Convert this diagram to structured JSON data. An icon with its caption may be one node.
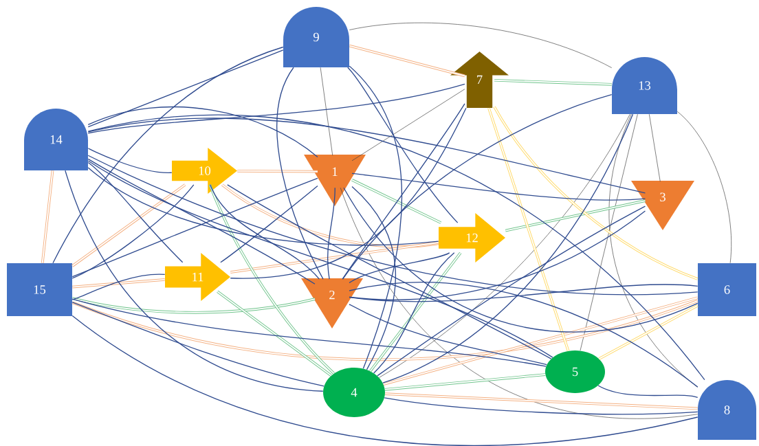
{
  "diagram": {
    "nodes": [
      {
        "text": [
          "1"
        ]
      },
      {
        "text": [
          "2"
        ]
      },
      {
        "text": [
          "3"
        ]
      },
      {
        "text": [
          "4"
        ]
      },
      {
        "text": [
          "5"
        ]
      },
      {
        "text": [
          "6"
        ]
      },
      {
        "text": [
          "7"
        ]
      },
      {
        "text": [
          "8"
        ]
      },
      {
        "text": [
          "9"
        ]
      },
      {
        "text": [
          "10"
        ]
      },
      {
        "text": [
          "11"
        ]
      },
      {
        "text": [
          "12"
        ]
      },
      {
        "text": [
          "13"
        ]
      },
      {
        "text": [
          "14"
        ]
      },
      {
        "text": [
          "15"
        ]
      }
    ],
    "edges": [
      {
        "from": 8,
        "to": 12,
        "arrow": "none",
        "color": "#404040"
      },
      {
        "from": 8,
        "to": 0,
        "arrow": "none",
        "color": "#404040"
      },
      {
        "from": 6,
        "to": 0,
        "arrow": "none",
        "color": "#404040"
      },
      {
        "from": 12,
        "to": 3,
        "arrow": "none",
        "color": "#404040"
      },
      {
        "from": 12,
        "to": 4,
        "arrow": "none",
        "color": "#404040"
      },
      {
        "from": 12,
        "to": 2,
        "arrow": "none",
        "color": "#404040"
      },
      {
        "from": 12,
        "to": 5,
        "arrow": "none",
        "color": "#404040"
      },
      {
        "from": 12,
        "to": 7,
        "arrow": "none",
        "color": "#404040"
      },
      {
        "from": 0,
        "to": 7,
        "arrow": "none",
        "color": "#404040"
      },
      {
        "from": 8,
        "to": 6,
        "arrow": "none",
        "style": "thick",
        "color": "#f4b183"
      },
      {
        "from": 13,
        "to": 14,
        "arrow": "none",
        "style": "thick",
        "color": "#f4b183"
      },
      {
        "from": 9,
        "to": 0,
        "arrow": "none",
        "style": "thick",
        "color": "#f4b183"
      },
      {
        "from": 9,
        "to": 11,
        "arrow": "none",
        "style": "thick",
        "color": "#f4b183"
      },
      {
        "from": 14,
        "to": 9,
        "arrow": "none",
        "style": "thick",
        "color": "#f4b183"
      },
      {
        "from": 14,
        "to": 10,
        "arrow": "none",
        "style": "thick",
        "color": "#f4b183"
      },
      {
        "from": 10,
        "to": 11,
        "arrow": "none",
        "style": "thick",
        "color": "#f4b183"
      },
      {
        "from": 14,
        "to": 5,
        "arrow": "none",
        "style": "thick",
        "color": "#f4b183"
      },
      {
        "from": 3,
        "to": 5,
        "arrow": "none",
        "style": "thick",
        "color": "#f4b183"
      },
      {
        "from": 3,
        "to": 7,
        "arrow": "none",
        "style": "thick",
        "color": "#f4b183"
      },
      {
        "from": 6,
        "to": 12,
        "arrow": "none",
        "style": "thick",
        "color": "#70c48c"
      },
      {
        "from": 0,
        "to": 11,
        "arrow": "none",
        "style": "thick",
        "color": "#70c48c"
      },
      {
        "from": 11,
        "to": 2,
        "arrow": "none",
        "style": "thick",
        "color": "#70c48c"
      },
      {
        "from": 14,
        "to": 1,
        "arrow": "none",
        "style": "thick",
        "color": "#70c48c"
      },
      {
        "from": 9,
        "to": 3,
        "arrow": "none",
        "style": "thick",
        "color": "#70c48c"
      },
      {
        "from": 10,
        "to": 3,
        "arrow": "none",
        "style": "thick",
        "color": "#70c48c"
      },
      {
        "from": 11,
        "to": 3,
        "arrow": "none",
        "style": "thick",
        "color": "#70c48c"
      },
      {
        "from": 3,
        "to": 4,
        "arrow": "none",
        "style": "thick",
        "color": "#70c48c"
      },
      {
        "from": 6,
        "to": 4,
        "arrow": "none",
        "style": "thick",
        "color": "#ffd966"
      },
      {
        "from": 6,
        "to": 5,
        "arrow": "none",
        "style": "thick",
        "color": "#ffd966"
      },
      {
        "from": 4,
        "to": 5,
        "arrow": "none",
        "style": "thick",
        "color": "#ffd966"
      },
      {
        "from": 13,
        "to": 8,
        "arrow": "none"
      },
      {
        "from": 13,
        "to": 6,
        "arrow": "none"
      },
      {
        "from": 13,
        "to": 0,
        "arrow": "none"
      },
      {
        "from": 13,
        "to": 2,
        "arrow": "none"
      },
      {
        "from": 13,
        "to": 1,
        "arrow": "none"
      },
      {
        "from": 13,
        "to": 3,
        "arrow": "none"
      },
      {
        "from": 13,
        "to": 11,
        "arrow": "none"
      },
      {
        "from": 13,
        "to": 5,
        "arrow": "none"
      },
      {
        "from": 13,
        "to": 4,
        "arrow": "none"
      },
      {
        "from": 13,
        "to": 9,
        "arrow": "none"
      },
      {
        "from": 13,
        "to": 10,
        "arrow": "none"
      },
      {
        "from": 13,
        "to": 7,
        "arrow": "none"
      },
      {
        "from": 14,
        "to": 8,
        "arrow": "none"
      },
      {
        "from": 14,
        "to": 9,
        "arrow": "none"
      },
      {
        "from": 14,
        "to": 10,
        "arrow": "none"
      },
      {
        "from": 14,
        "to": 3,
        "arrow": "none"
      },
      {
        "from": 14,
        "to": 7,
        "arrow": "none"
      },
      {
        "from": 14,
        "to": 4,
        "arrow": "none"
      },
      {
        "from": 14,
        "to": 0,
        "arrow": "none"
      },
      {
        "from": 8,
        "to": 1,
        "arrow": "none"
      },
      {
        "from": 8,
        "to": 3,
        "arrow": "none"
      },
      {
        "from": 8,
        "to": 11,
        "arrow": "none"
      },
      {
        "from": 9,
        "to": 1,
        "arrow": "none"
      },
      {
        "from": 9,
        "to": 4,
        "arrow": "none"
      },
      {
        "from": 10,
        "to": 0,
        "arrow": "none"
      },
      {
        "from": 10,
        "to": 6,
        "arrow": "none"
      },
      {
        "from": 0,
        "to": 1,
        "arrow": "none"
      },
      {
        "from": 0,
        "to": 5,
        "arrow": "none"
      },
      {
        "from": 0,
        "to": 3,
        "arrow": "none"
      },
      {
        "from": 1,
        "to": 11,
        "arrow": "none"
      },
      {
        "from": 1,
        "to": 7,
        "arrow": "none"
      },
      {
        "from": 1,
        "to": 4,
        "arrow": "none"
      },
      {
        "from": 1,
        "to": 2,
        "arrow": "none"
      },
      {
        "from": 12,
        "to": 1,
        "arrow": "none"
      },
      {
        "from": 12,
        "to": 3,
        "arrow": "none"
      },
      {
        "from": 11,
        "to": 3,
        "arrow": "none"
      },
      {
        "from": 6,
        "to": 1,
        "arrow": "none"
      },
      {
        "from": 2,
        "to": 3,
        "arrow": "none"
      },
      {
        "from": 5,
        "to": 1,
        "arrow": "none"
      },
      {
        "from": 4,
        "to": 7,
        "arrow": "none"
      },
      {
        "from": 3,
        "to": 7,
        "arrow": "none"
      },
      {
        "from": 2,
        "to": 0,
        "arrow": "none"
      }
    ]
  }
}
